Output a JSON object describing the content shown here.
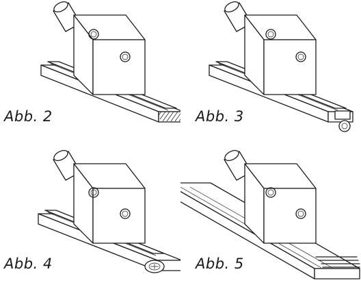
{
  "figures": [
    {
      "id": "abb2",
      "caption": "Abb. 2",
      "variant": "hatched-end"
    },
    {
      "id": "abb3",
      "caption": "Abb. 3",
      "variant": "end-cap-screw"
    },
    {
      "id": "abb4",
      "caption": "Abb. 4",
      "variant": "screw-on-top"
    },
    {
      "id": "abb5",
      "caption": "Abb. 5",
      "variant": "wide-scale-base"
    }
  ]
}
